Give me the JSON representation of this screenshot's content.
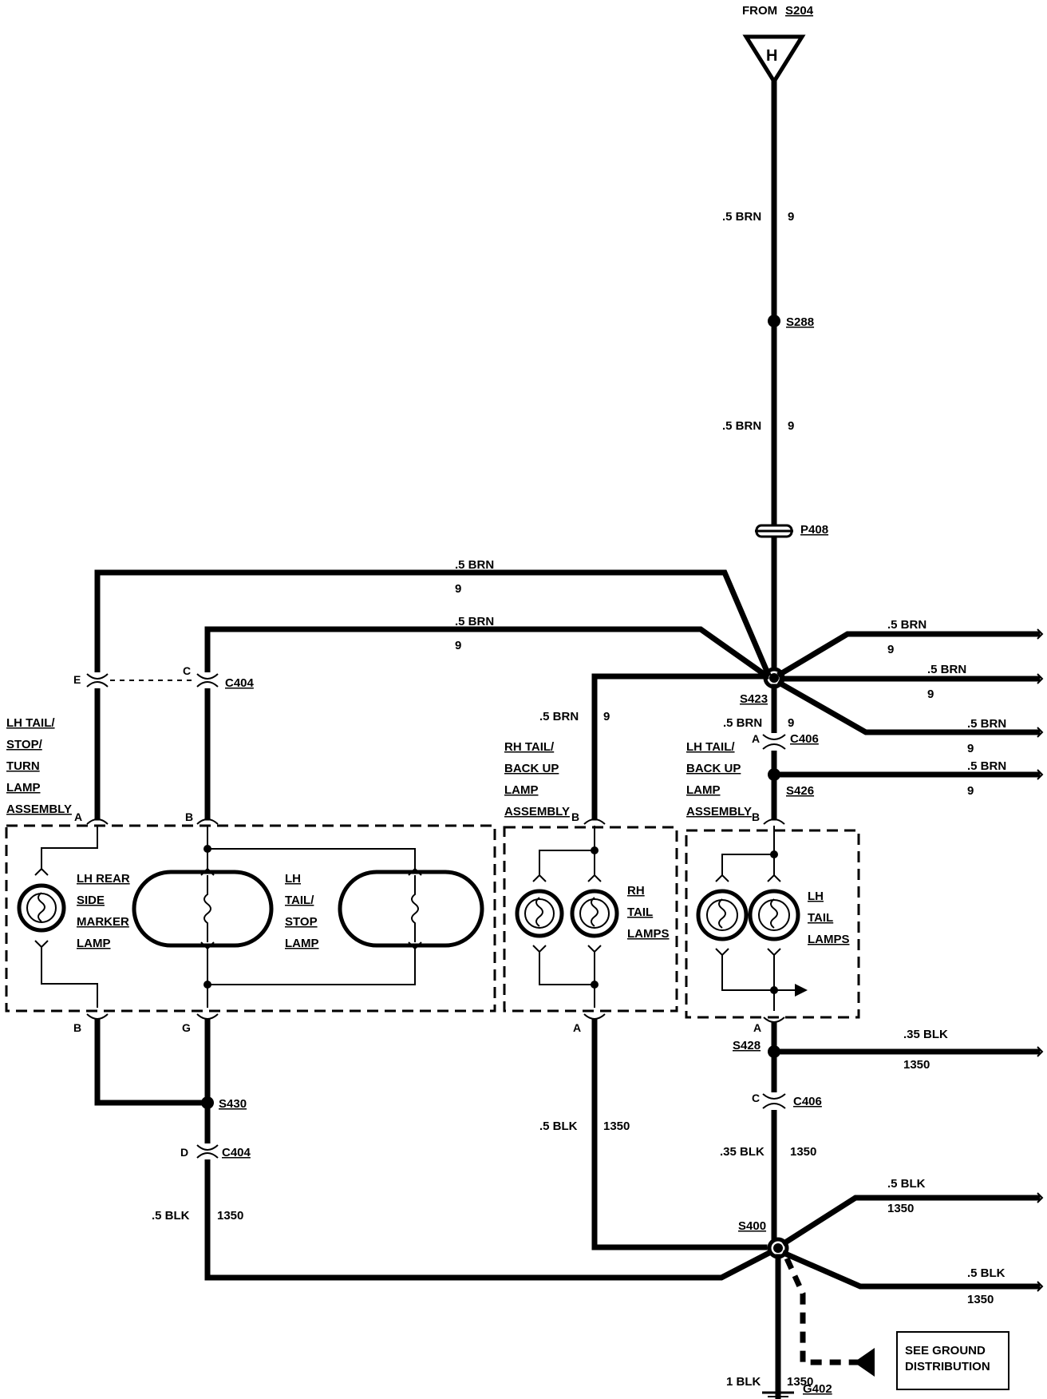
{
  "top": {
    "from_label": "FROM",
    "from_ref": "S204",
    "flag": "H"
  },
  "wires": {
    "brn": ".5 BRN",
    "brn_circuit": "9",
    "blk_05": ".5 BLK",
    "blk_035": ".35 BLK",
    "blk_1": "1 BLK",
    "blk_circuit": "1350"
  },
  "splices": {
    "s288": "S288",
    "p408": "P408",
    "s423": "S423",
    "s426": "S426",
    "s428": "S428",
    "s430": "S430",
    "s400": "S400"
  },
  "connectors": {
    "c404": "C404",
    "c406": "C406"
  },
  "pins": {
    "a": "A",
    "b": "B",
    "c": "C",
    "d": "D",
    "e": "E",
    "g": "G"
  },
  "assemblies": {
    "lh_tail_stop_turn": [
      "LH TAIL/",
      "STOP/",
      "TURN",
      "LAMP",
      "ASSEMBLY"
    ],
    "rh_tail_backup": [
      "RH TAIL/",
      "BACK UP",
      "LAMP",
      "ASSEMBLY"
    ],
    "lh_tail_backup": [
      "LH TAIL/",
      "BACK UP",
      "LAMP",
      "ASSEMBLY"
    ]
  },
  "lamps": {
    "lh_rear_side_marker": [
      "LH REAR",
      "SIDE",
      "MARKER",
      "LAMP"
    ],
    "lh_tail_stop": [
      "LH",
      "TAIL/",
      "STOP",
      "LAMP"
    ],
    "rh_tail": [
      "RH",
      "TAIL",
      "LAMPS"
    ],
    "lh_tail": [
      "LH",
      "TAIL",
      "LAMPS"
    ]
  },
  "ground": {
    "note": [
      "SEE GROUND",
      "DISTRIBUTION"
    ],
    "ref": "G402"
  }
}
